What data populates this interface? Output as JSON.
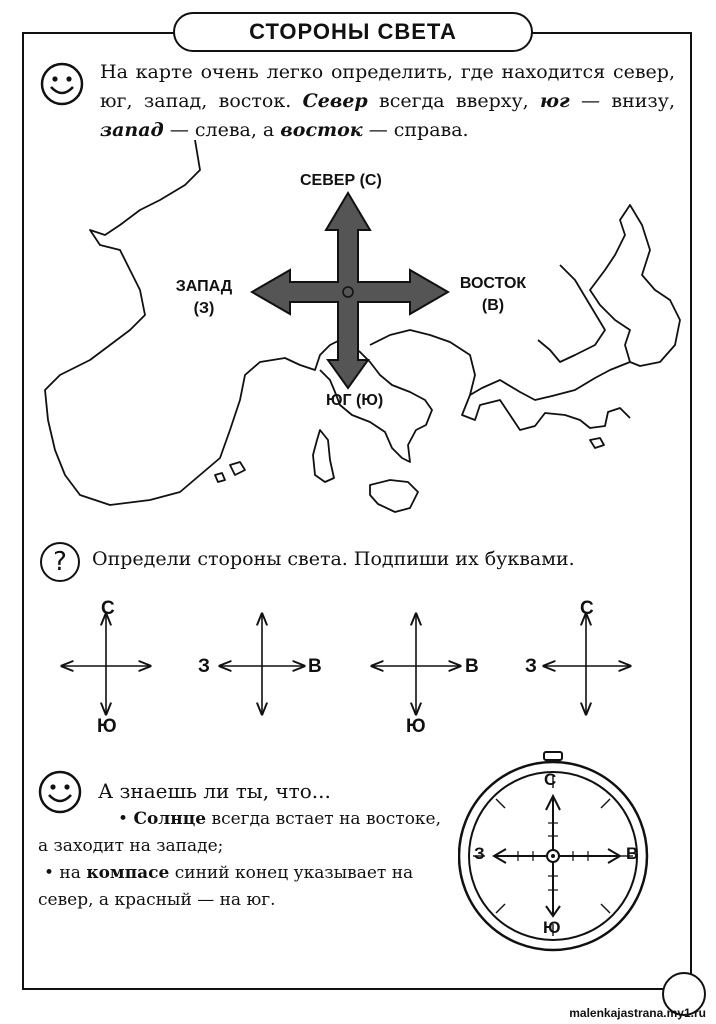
{
  "title": "СТОРОНЫ СВЕТА",
  "intro": {
    "part1": "На карте очень легко определить, где находится север, юг, запад, восток. ",
    "north_word": "Север",
    "part2": " всегда вверху, ",
    "south_word": "юг",
    "part3": " — внизу, ",
    "west_word": "запад",
    "part4": " — слева, а ",
    "east_word": "восток",
    "part5": " — справа."
  },
  "map": {
    "north": "СЕВЕР (С)",
    "west_line1": "ЗАПАД",
    "west_line2": "(З)",
    "east_line1": "ВОСТОК",
    "east_line2": "(В)",
    "south": "ЮГ (Ю)"
  },
  "exercise": {
    "question_mark": "?",
    "prompt": "Определи стороны света. Подпиши их буквами.",
    "cross1": {
      "top": "С",
      "bottom": "Ю"
    },
    "cross2": {
      "left": "З",
      "right": "В"
    },
    "cross3": {
      "right": "В",
      "bottom": "Ю"
    },
    "cross4": {
      "top": "С",
      "left": "З"
    }
  },
  "did_you_know": {
    "heading": "А знаешь ли ты, что...",
    "bullet": "•",
    "fact1_bold": "Солнце",
    "fact1_rest": " всегда встает на востоке, а заходит на западе;",
    "fact2_pre": " на ",
    "fact2_bold": "компасе",
    "fact2_rest": " синий конец указывает на север, а красный — на юг."
  },
  "compass": {
    "n": "С",
    "s": "Ю",
    "w": "З",
    "e": "В"
  },
  "site": "malenkajastrana.my1.ru"
}
